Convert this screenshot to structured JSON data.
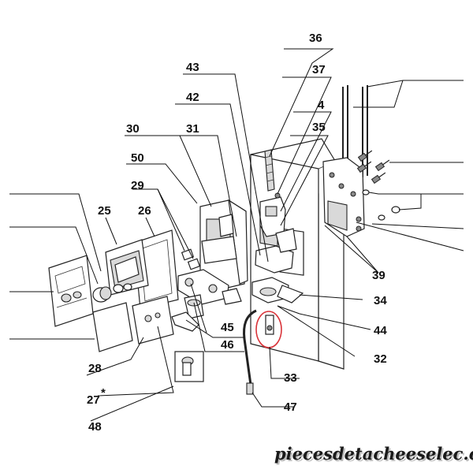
{
  "labels": {
    "l36": "36",
    "l43": "43",
    "l37": "37",
    "l42": "42",
    "l4": "4",
    "l30": "30",
    "l31": "31",
    "l35": "35",
    "l50": "50",
    "l29": "29",
    "l25": "25",
    "l26": "26",
    "l39": "39",
    "l34": "34",
    "l45": "45",
    "l44": "44",
    "l46": "46",
    "l32": "32",
    "l28": "28",
    "l33": "33",
    "l27": "27",
    "l27_star": "*",
    "l47": "47",
    "l48": "48"
  },
  "watermark": "piecesdetacheeselec.com",
  "colors": {
    "highlight_circle": "#d9343a",
    "line": "#111111",
    "watermark_shadow": "#bdbdbd"
  }
}
